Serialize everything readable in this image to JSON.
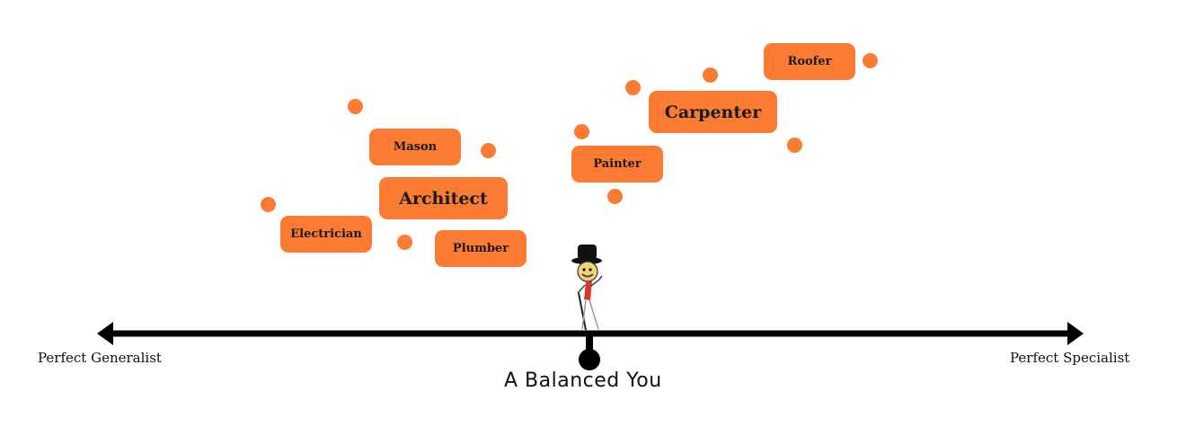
{
  "axis": {
    "left_label": "Perfect Generalist",
    "right_label": "Perfect Specialist",
    "center_label": "A Balanced You"
  },
  "trades": [
    {
      "label": "Mason"
    },
    {
      "label": "Architect"
    },
    {
      "label": "Electrician"
    },
    {
      "label": "Plumber"
    },
    {
      "label": "Painter"
    },
    {
      "label": "Carpenter"
    },
    {
      "label": "Roofer"
    }
  ],
  "colors": {
    "accent": "#fb7b33",
    "axis": "#000000"
  },
  "icons": {
    "figure": "stick-figure-with-top-hat-icon"
  }
}
